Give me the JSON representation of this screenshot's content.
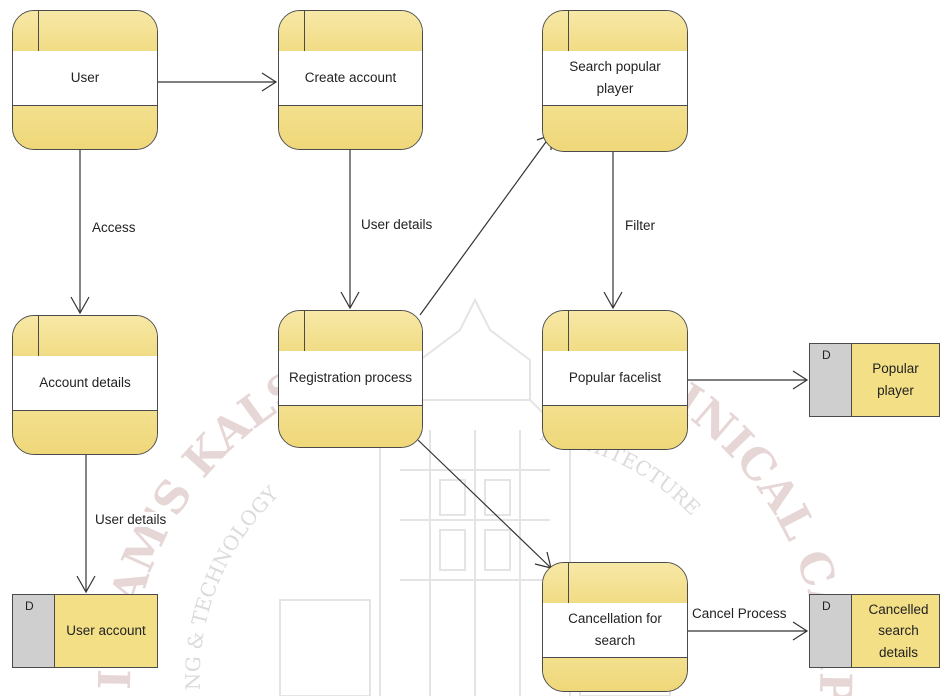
{
  "processes": {
    "user": {
      "label": "User"
    },
    "create_account": {
      "label": "Create account"
    },
    "search_popular_player": {
      "label": "Search popular player"
    },
    "account_details": {
      "label": "Account details"
    },
    "registration_process": {
      "label": "Registration process"
    },
    "popular_facelist": {
      "label": "Popular facelist"
    },
    "cancellation_for_search": {
      "label": "Cancellation for search"
    }
  },
  "stores": {
    "popular_player": {
      "id": "D",
      "label": "Popular player"
    },
    "user_account": {
      "id": "D",
      "label": "User account"
    },
    "cancelled_search_details": {
      "id": "D",
      "label": "Cancelled search details"
    }
  },
  "flows": {
    "access": "Access",
    "user_details_1": "User details",
    "user_details_2": "User details",
    "filter": "Filter",
    "cancel_process": "Cancel Process"
  },
  "watermark": {
    "arc_left": "ISLAM'S KALSEKAR",
    "arc_right": "TECHNICAL CAMPUS",
    "inner_left": "NG & TECHNOLOGY",
    "inner_right": "ARCHITECTURE"
  },
  "colors": {
    "box_fill": "#f3df86",
    "border": "#4b4b4b",
    "store_id_fill": "#cfcfcf"
  }
}
